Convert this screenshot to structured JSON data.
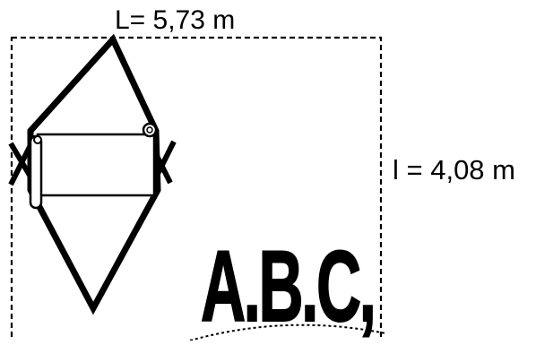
{
  "diagram": {
    "length_label": "L=  5,73 m",
    "width_label": "l = 4,08 m",
    "logo_text": "A.B.C,"
  }
}
